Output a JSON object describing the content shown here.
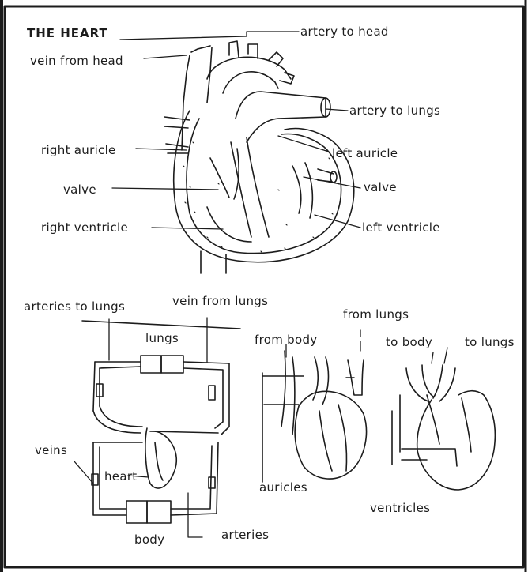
{
  "title": "THE HEART",
  "top_diagram": {
    "labels": {
      "artery_to_head": "artery to head",
      "vein_from_head": "vein from head",
      "artery_to_lungs": "artery to lungs",
      "right_auricle": "right auricle",
      "left_auricle": "left auricle",
      "valve_left": "valve",
      "valve_right": "valve",
      "right_ventricle": "right ventricle",
      "left_ventricle": "left ventricle"
    }
  },
  "circulation_diagram": {
    "labels": {
      "arteries_to_lungs": "arteries to lungs",
      "vein_from_lungs": "vein from lungs",
      "lungs": "lungs",
      "veins": "veins",
      "heart": "heart",
      "body": "body",
      "arteries": "arteries"
    }
  },
  "auricles_diagram": {
    "labels": {
      "from_body": "from body",
      "from_lungs": "from lungs",
      "auricles": "auricles"
    }
  },
  "ventricles_diagram": {
    "labels": {
      "to_body": "to body",
      "to_lungs": "to lungs",
      "ventricles": "ventricles"
    }
  },
  "colors": {
    "ink": "#1c1c1c",
    "paper": "#ffffff"
  }
}
